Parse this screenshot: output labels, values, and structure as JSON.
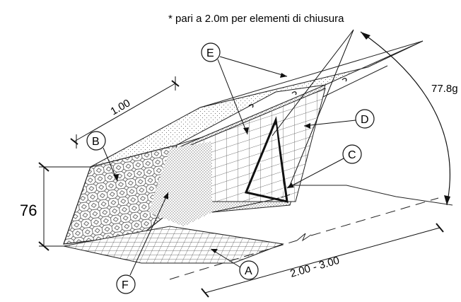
{
  "note": "* pari a 2.0m per elementi di chiusura",
  "dimensions": {
    "width": "1.00",
    "height": "76",
    "length": "2.00 - 3.00",
    "angle": "77.8g"
  },
  "callouts": [
    "A",
    "B",
    "C",
    "D",
    "E",
    "F"
  ]
}
